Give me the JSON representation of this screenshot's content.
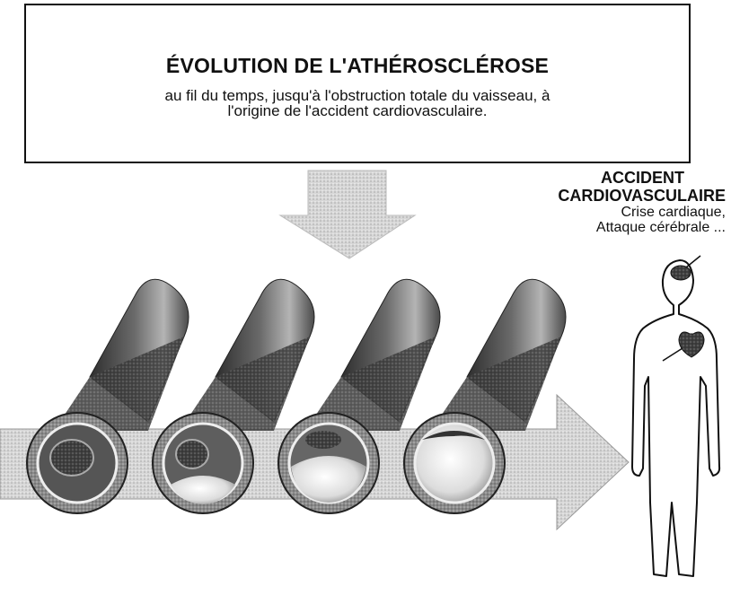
{
  "header": {
    "title": "ÉVOLUTION DE L'ATHÉROSCLÉROSE",
    "subtitle_line1": "au fil du temps, jusqu'à l'obstruction totale du vaisseau, à",
    "subtitle_line2": "l'origine de l'accident cardiovasculaire."
  },
  "accident": {
    "title_line1": "ACCIDENT",
    "title_line2": "CARDIOVASCULAIRE",
    "line1": "Crise cardiaque,",
    "line2": "Attaque cérébrale ..."
  },
  "colors": {
    "ink": "#111111",
    "vessel_dark": "#3a3a3a",
    "vessel_mid": "#8c8c8c",
    "plaque": "#e6e6e6",
    "arrow": "#c9c9c9"
  },
  "icons": {
    "down_arrow": "down-arrow-icon",
    "progress_arrow": "right-arrow-icon",
    "human_figure": "human-body-icon",
    "brain": "brain-icon",
    "heart": "heart-icon"
  },
  "vessels": [
    {
      "stage": 1,
      "blockage": 0.1
    },
    {
      "stage": 2,
      "blockage": 0.3
    },
    {
      "stage": 3,
      "blockage": 0.55
    },
    {
      "stage": 4,
      "blockage": 0.95
    }
  ]
}
